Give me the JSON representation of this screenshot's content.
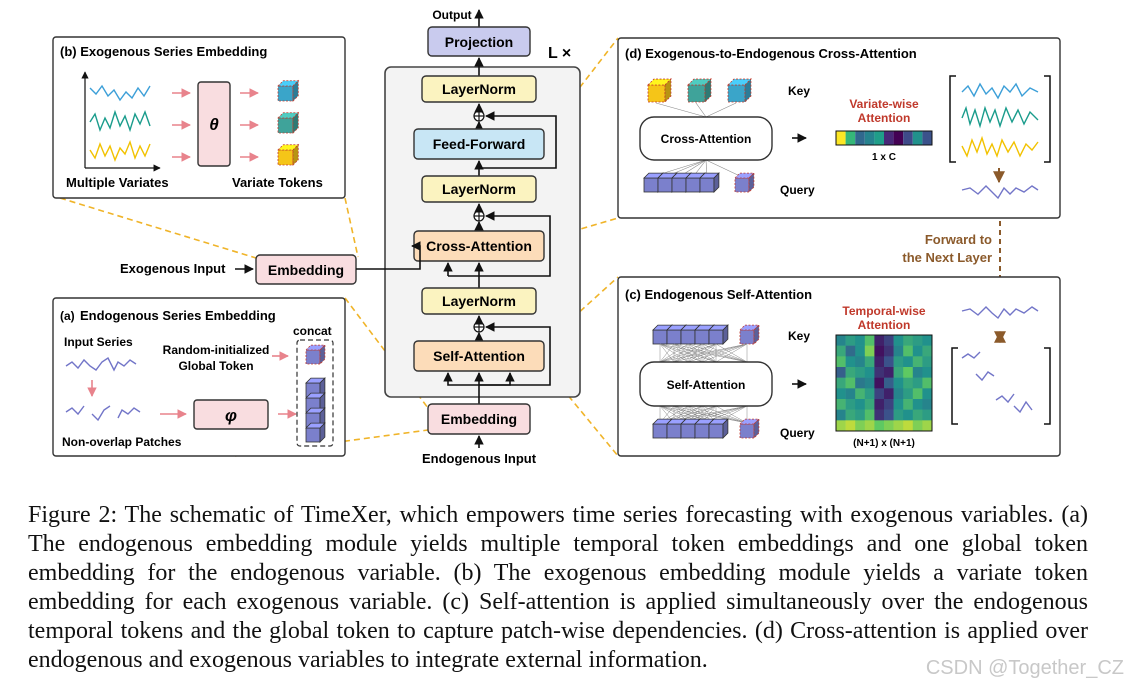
{
  "colors": {
    "projection": "#c9cbee",
    "layernorm": "#fbf3c0",
    "feedforward": "#c8e6f5",
    "attention": "#fcdcb9",
    "embedding": "#f9dde0",
    "token_blue": "#7b80cc",
    "token_yellow": "#f5c518",
    "token_teal": "#3fa39a",
    "token_cyan": "#3aa5c9",
    "series_cyan": "#3c9fd8",
    "series_teal": "#1a9c8c",
    "series_yellow": "#f2c200",
    "series_purple": "#7275c8",
    "dashed_orange": "#f0b429",
    "forward_brown": "#8b5a2b",
    "attention_red": "#c0392b"
  },
  "center": {
    "output": "Output",
    "projection": "Projection",
    "layer_count": "L ×",
    "layernorm_top": "LayerNorm",
    "feed_forward": "Feed-Forward",
    "layernorm_mid": "LayerNorm",
    "cross_attention": "Cross-Attention",
    "layernorm_bottom": "LayerNorm",
    "self_attention": "Self-Attention",
    "embedding": "Embedding",
    "endogenous_input": "Endogenous Input",
    "plus": "⊕"
  },
  "exogenous_side": {
    "input_label": "Exogenous Input",
    "embedding": "Embedding"
  },
  "panel_b": {
    "title": "(b) Exogenous Series Embedding",
    "theta": "θ",
    "multiple_variates": "Multiple Variates",
    "variate_tokens": "Variate Tokens"
  },
  "panel_a": {
    "title_prefix": "(a)",
    "title": "Endogenous Series Embedding",
    "concat": "concat",
    "input_series": "Input Series",
    "global_token_1": "Random-initialized",
    "global_token_2": "Global Token",
    "phi": "φ",
    "patches": "Non-overlap Patches"
  },
  "panel_d": {
    "title": "(d) Exogenous-to-Endogenous Cross-Attention",
    "key": "Key",
    "query": "Query",
    "cross_attention": "Cross-Attention",
    "attention_label_1": "Variate-wise",
    "attention_label_2": "Attention",
    "dims": "1 x C",
    "attention_colors": [
      "#fde725",
      "#35b779",
      "#31688e",
      "#26828e",
      "#1f9e89",
      "#482878",
      "#440154",
      "#3e4a89",
      "#21918c",
      "#3b528b"
    ]
  },
  "forward": {
    "line1": "Forward to",
    "line2": "the Next Layer"
  },
  "panel_c": {
    "title": "(c) Endogenous Self-Attention",
    "key": "Key",
    "query": "Query",
    "self_attention": "Self-Attention",
    "attention_label_1": "Temporal-wise",
    "attention_label_2": "Attention",
    "dims": "(N+1) x (N+1)",
    "heat_values": [
      [
        0.45,
        0.55,
        0.5,
        0.7,
        0.1,
        0.2,
        0.5,
        0.6,
        0.55,
        0.5
      ],
      [
        0.6,
        0.35,
        0.5,
        0.8,
        0.05,
        0.15,
        0.45,
        0.7,
        0.5,
        0.6
      ],
      [
        0.7,
        0.5,
        0.45,
        0.6,
        0.1,
        0.25,
        0.55,
        0.5,
        0.65,
        0.55
      ],
      [
        0.3,
        0.6,
        0.55,
        0.5,
        0.15,
        0.1,
        0.6,
        0.75,
        0.45,
        0.5
      ],
      [
        0.6,
        0.7,
        0.4,
        0.45,
        0.05,
        0.3,
        0.5,
        0.6,
        0.55,
        0.7
      ],
      [
        0.5,
        0.45,
        0.65,
        0.55,
        0.2,
        0.1,
        0.45,
        0.55,
        0.7,
        0.5
      ],
      [
        0.65,
        0.55,
        0.5,
        0.6,
        0.1,
        0.2,
        0.5,
        0.65,
        0.5,
        0.45
      ],
      [
        0.45,
        0.6,
        0.55,
        0.7,
        0.15,
        0.25,
        0.55,
        0.5,
        0.6,
        0.55
      ],
      [
        0.85,
        0.9,
        0.8,
        0.85,
        0.75,
        0.8,
        0.85,
        0.9,
        0.8,
        0.85
      ]
    ]
  },
  "caption": "Figure 2: The schematic of TimeXer, which empowers time series forecasting with exogenous variables. (a) The endogenous embedding module yields multiple temporal token embeddings and one global token embedding for the endogenous variable. (b) The exogenous embedding module yields a variate token embedding for each exogenous variable. (c) Self-attention is applied simultaneously over the endogenous temporal tokens and the global token to capture patch-wise dependencies. (d) Cross-attention is applied over endogenous and exogenous variables to integrate external information.",
  "watermark": "CSDN @Together_CZ"
}
